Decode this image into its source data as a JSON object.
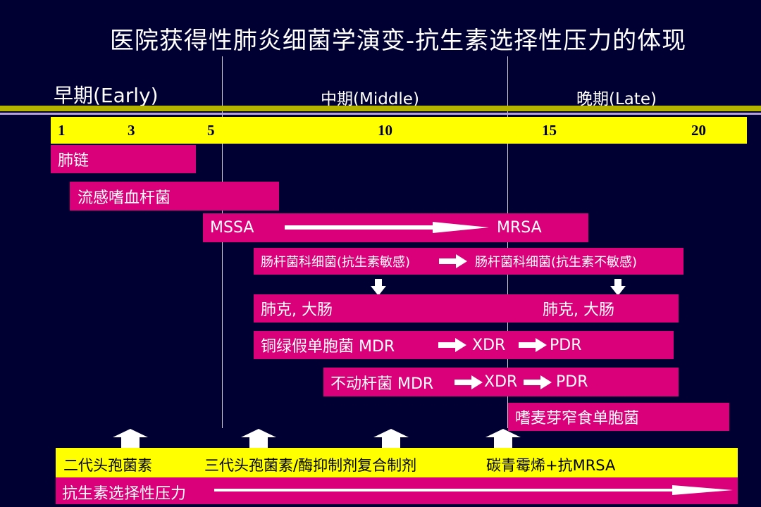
{
  "title": "医院获得性肺炎细菌学演变-抗生素选择性压力的体现",
  "phases": {
    "early": "早期(Early)",
    "middle": "中期(Middle)",
    "late": "晚期(Late)"
  },
  "ticks": [
    "1",
    "3",
    "5",
    "10",
    "15",
    "20"
  ],
  "bars": {
    "pneumococcus": "肺链",
    "haemophilus": "流感嗜血杆菌",
    "mssa": "MSSA",
    "mrsa": "MRSA",
    "entero_sensitive": "肠杆菌科细菌(抗生素敏感)",
    "entero_resistant": "肠杆菌科细菌(抗生素不敏感)",
    "kp_ecoli_left": "肺克, 大肠",
    "kp_ecoli_right": "肺克, 大肠",
    "pseudomonas_label": "铜绿假单胞菌 MDR",
    "pseudomonas_xdr": "XDR",
    "pseudomonas_pdr": "PDR",
    "acinetobacter_label": "不动杆菌 MDR",
    "acinetobacter_xdr": "XDR",
    "acinetobacter_pdr": "PDR",
    "stenotrophomonas": "嗜麦芽窄食单胞菌"
  },
  "antibiotics": {
    "gen2": "二代头孢菌素",
    "gen3": "三代头孢菌素/酶抑制剂复合制剂",
    "carbapenem": "碳青霉烯+抗MRSA"
  },
  "pressure_label": "抗生素选择性压力",
  "colors": {
    "background": "#000033",
    "magenta": "#d9007a",
    "yellow": "#ffff00",
    "olive": "#b3b300"
  }
}
